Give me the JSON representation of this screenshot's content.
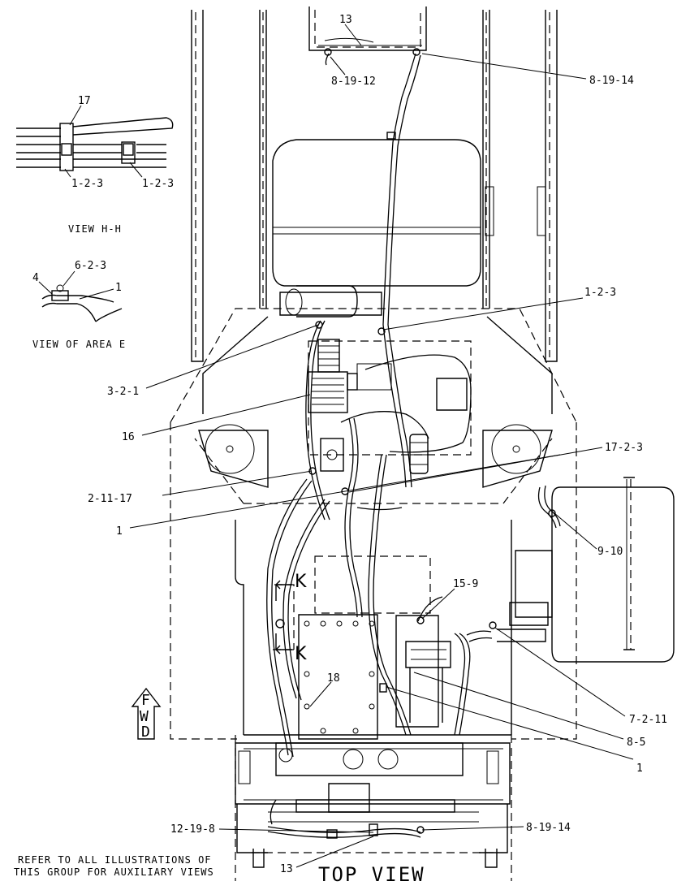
{
  "views": {
    "main_title": "TOP VIEW",
    "view_hh": "VIEW H-H",
    "view_area_e": "VIEW OF AREA E"
  },
  "note": {
    "line1": "REFER TO ALL ILLUSTRATIONS OF",
    "line2": "THIS GROUP FOR AUXILIARY VIEWS"
  },
  "direction": {
    "letters": [
      "F",
      "W",
      "D"
    ]
  },
  "section_marks": [
    "K",
    "K"
  ],
  "callouts": {
    "c13_top": "13",
    "c8_19_12": "8-19-12",
    "c8_19_14_top": "8-19-14",
    "c1_2_3_main": "1-2-3",
    "c3_2_1": "3-2-1",
    "c16": "16",
    "c17_2_3": "17-2-3",
    "c2_11_17": "2-11-17",
    "c1_left": "1",
    "c9_10": "9-10",
    "c15_9": "15-9",
    "c18": "18",
    "c7_2_11": "7-2-11",
    "c8_5": "8-5",
    "c1_right": "1",
    "c12_19_8": "12-19-8",
    "c8_19_14_bottom": "8-19-14",
    "c13_bottom": "13",
    "hh_17": "17",
    "hh_1_2_3_left": "1-2-3",
    "hh_1_2_3_right": "1-2-3",
    "e_4": "4",
    "e_6_2_3": "6-2-3",
    "e_1": "1"
  }
}
